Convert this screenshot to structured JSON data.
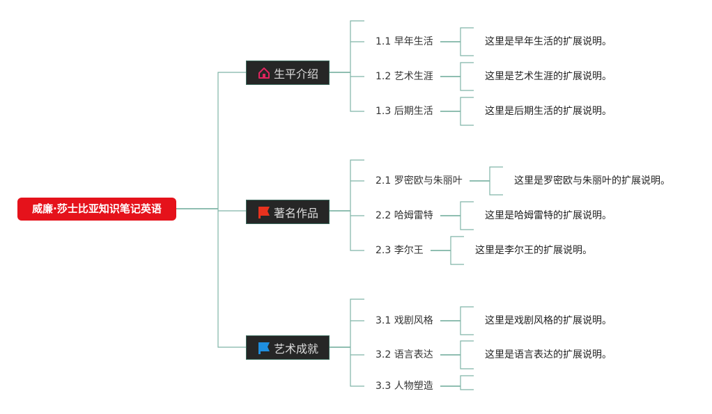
{
  "root": {
    "title": "威廉·莎士比亚知识笔记英语"
  },
  "colors": {
    "root": "#e5121b",
    "branch_bg": "#262626",
    "line": "#7fb5a6"
  },
  "branches": [
    {
      "label": "生平介绍",
      "icon": "home-icon",
      "icon_color": "#e0245e",
      "children": [
        {
          "label": "1.1 早年生活",
          "note": "这里是早年生活的扩展说明。"
        },
        {
          "label": "1.2 艺术生涯",
          "note": "这里是艺术生涯的扩展说明。"
        },
        {
          "label": "1.3 后期生活",
          "note": "这里是后期生活的扩展说明。"
        }
      ]
    },
    {
      "label": "著名作品",
      "icon": "flag-icon",
      "icon_color": "#e8321e",
      "children": [
        {
          "label": "2.1 罗密欧与朱丽叶",
          "note": "这里是罗密欧与朱丽叶的扩展说明。"
        },
        {
          "label": "2.2 哈姆雷特",
          "note": "这里是哈姆雷特的扩展说明。"
        },
        {
          "label": "2.3 李尔王",
          "note": "这里是李尔王的扩展说明。"
        }
      ]
    },
    {
      "label": "艺术成就",
      "icon": "flag-icon",
      "icon_color": "#1e8fe0",
      "children": [
        {
          "label": "3.1 戏剧风格",
          "note": "这里是戏剧风格的扩展说明。"
        },
        {
          "label": "3.2 语言表达",
          "note": "这里是语言表达的扩展说明。"
        },
        {
          "label": "3.3 人物塑造",
          "note": ""
        }
      ]
    }
  ]
}
